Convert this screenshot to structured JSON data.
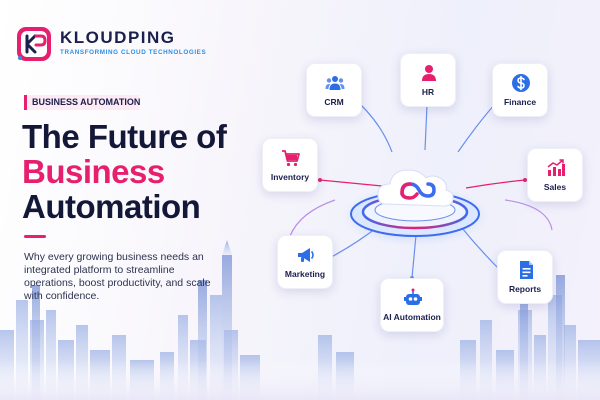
{
  "brand": {
    "name": "KLOUDPING",
    "tagline": "TRANSFORMING CLOUD TECHNOLOGIES"
  },
  "hero": {
    "tag": "BUSINESS AUTOMATION",
    "title_line1": "The Future of",
    "title_line2": "Business",
    "title_line3": "Automation",
    "description": "Why every growing business needs an integrated platform to streamline operations, boost productivity, and scale with confidence."
  },
  "modules": [
    {
      "label": "CRM",
      "icon": "people-icon"
    },
    {
      "label": "HR",
      "icon": "person-icon"
    },
    {
      "label": "Finance",
      "icon": "dollar-icon"
    },
    {
      "label": "Inventory",
      "icon": "cart-icon"
    },
    {
      "label": "Sales",
      "icon": "bar-chart-icon"
    },
    {
      "label": "Marketing",
      "icon": "megaphone-icon"
    },
    {
      "label": "AI Automation",
      "icon": "robot-icon"
    },
    {
      "label": "Reports",
      "icon": "document-icon"
    }
  ],
  "colors": {
    "accent_pink": "#e6206e",
    "accent_blue": "#2c6ee6",
    "navy": "#1a1f4d"
  }
}
